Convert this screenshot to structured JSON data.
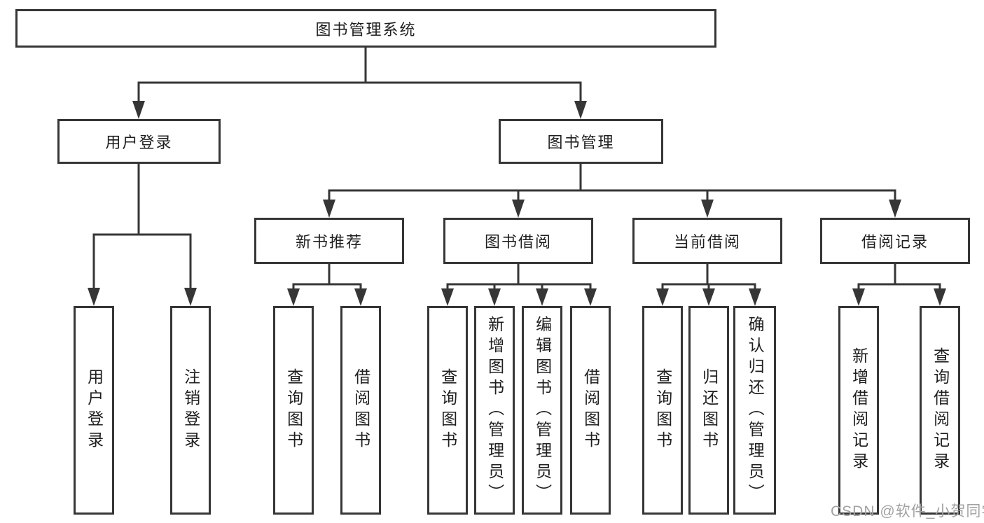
{
  "tree": {
    "root": {
      "label": "图书管理系统"
    },
    "branches": [
      {
        "label": "用户登录",
        "children": [
          {
            "label": "用户登录"
          },
          {
            "label": "注销登录"
          }
        ]
      },
      {
        "label": "图书管理",
        "children": [
          {
            "label": "新书推荐",
            "children": [
              {
                "label": "查询图书"
              },
              {
                "label": "借阅图书"
              }
            ]
          },
          {
            "label": "图书借阅",
            "children": [
              {
                "label": "查询图书"
              },
              {
                "label": "新增图书（管理员）"
              },
              {
                "label": "编辑图书（管理员）"
              },
              {
                "label": "借阅图书"
              }
            ]
          },
          {
            "label": "当前借阅",
            "children": [
              {
                "label": "查询图书"
              },
              {
                "label": "归还图书"
              },
              {
                "label": "确认归还（管理员）"
              }
            ]
          },
          {
            "label": "借阅记录",
            "children": [
              {
                "label": "新增借阅记录"
              },
              {
                "label": "查询借阅记录"
              }
            ]
          }
        ]
      }
    ]
  },
  "watermark": {
    "text": "CSDN @软件_小贺同学"
  },
  "colors": {
    "line": "#363636",
    "box_border": "#363636",
    "text": "#1f1f1f",
    "watermark": "#a2a2a2",
    "background": "#ffffff"
  }
}
